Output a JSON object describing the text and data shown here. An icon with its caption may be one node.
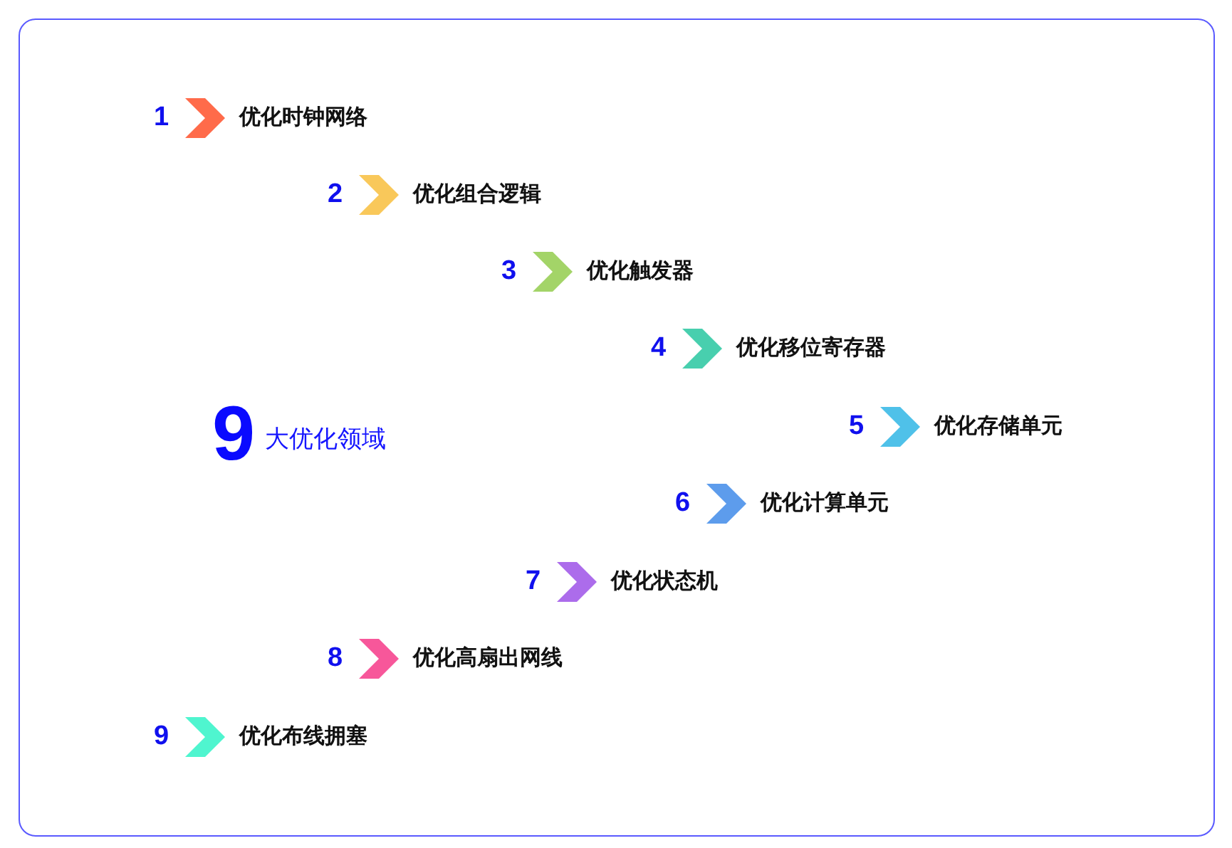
{
  "diagram": {
    "labels": [
      "1",
      "优化时钟网络",
      "2",
      "优化组合逻辑",
      "3",
      "优化触发器",
      "4",
      "优化移位寄存器",
      "9",
      "大优化领域",
      "5",
      "优化存储单元",
      "6",
      "优化计算单元",
      "7",
      "优化状态机",
      "8",
      "优化高扇出网线",
      "9",
      "优化布线拥塞"
    ]
  }
}
